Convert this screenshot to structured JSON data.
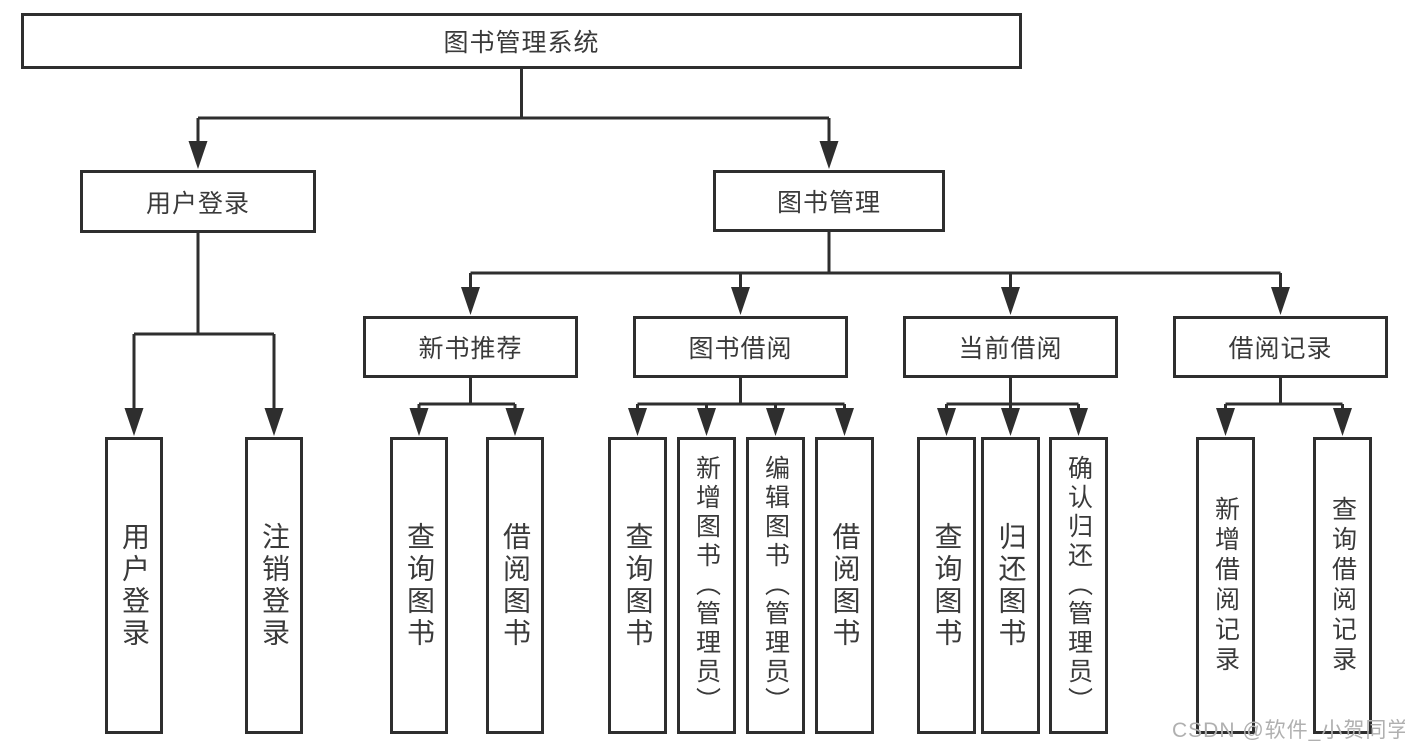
{
  "tree": {
    "root": {
      "label": "图书管理系统"
    },
    "branches": [
      {
        "label": "用户登录",
        "children": [
          {
            "label": "用户登录"
          },
          {
            "label": "注销登录"
          }
        ]
      },
      {
        "label": "图书管理",
        "children": [
          {
            "label": "新书推荐",
            "children": [
              {
                "label": "查询图书"
              },
              {
                "label": "借阅图书"
              }
            ]
          },
          {
            "label": "图书借阅",
            "children": [
              {
                "label": "查询图书"
              },
              {
                "label": "新增图书（管理员）"
              },
              {
                "label": "编辑图书（管理员）"
              },
              {
                "label": "借阅图书"
              }
            ]
          },
          {
            "label": "当前借阅",
            "children": [
              {
                "label": "查询图书"
              },
              {
                "label": "归还图书"
              },
              {
                "label": "确认归还（管理员）"
              }
            ]
          },
          {
            "label": "借阅记录",
            "children": [
              {
                "label": "新增借阅记录"
              },
              {
                "label": "查询借阅记录"
              }
            ]
          }
        ]
      }
    ]
  },
  "watermark": {
    "text": "CSDN @软件_小贺同学"
  },
  "colors": {
    "line": "#2e2e2e",
    "text": "#3a3a3a",
    "watermark": "#b0b0b0",
    "background": "#ffffff"
  }
}
